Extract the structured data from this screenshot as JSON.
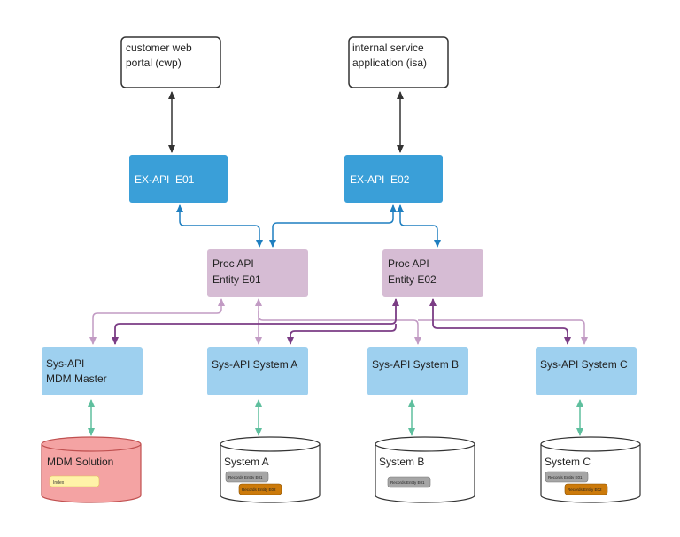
{
  "nodes": {
    "cwp": {
      "line1": "customer web",
      "line2": "portal (cwp)"
    },
    "isa": {
      "line1": "internal service",
      "line2": "application (isa)"
    },
    "ex_e01": {
      "label": "EX-API  E01"
    },
    "ex_e02": {
      "label": "EX-API  E02"
    },
    "proc_e01": {
      "line1": "Proc API",
      "line2": "Entity E01"
    },
    "proc_e02": {
      "line1": "Proc API",
      "line2": "Entity E02"
    },
    "sys_mdm": {
      "line1": "Sys-API",
      "line2": "MDM Master"
    },
    "sys_a": {
      "label": "Sys-API System A"
    },
    "sys_b": {
      "label": "Sys-API System B"
    },
    "sys_c": {
      "label": "Sys-API System C"
    }
  },
  "databases": {
    "mdm": {
      "label": "MDM Solution",
      "records": [
        "Index"
      ]
    },
    "a": {
      "label": "System A",
      "records": [
        "Records Entity E01",
        "Records Entity E02"
      ]
    },
    "b": {
      "label": "System B",
      "records": [
        "Records Entity E01"
      ]
    },
    "c": {
      "label": "System C",
      "records": [
        "Records Entity E01",
        "Records Entity E02"
      ]
    }
  },
  "colors": {
    "client_border": "#333333",
    "ex_api": "#3a9fd8",
    "proc_api": "#d6bcd4",
    "sys_api": "#9ed0ef",
    "edge_dark": "#333333",
    "edge_blue": "#1f7fc0",
    "edge_light_purple": "#c29bc4",
    "edge_dark_purple": "#7b3d85",
    "edge_green": "#5fbf9e",
    "mdm_fill": "#f4a3a3",
    "record_grey": "#a6a6a6",
    "record_orange": "#cc7a0a",
    "record_index": "#fff3a8"
  }
}
